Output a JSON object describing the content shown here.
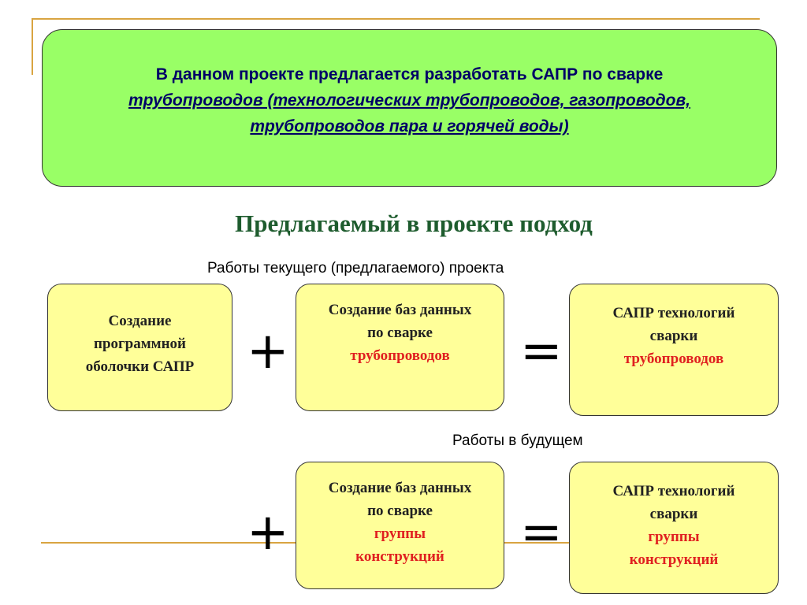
{
  "banner": {
    "line1": "В данном проекте предлагается разработать САПР по сварке",
    "line2": "трубопроводов (технологических трубопроводов, газопроводов, трубопроводов пара и горячей воды)"
  },
  "heading": "Предлагаемый в проекте подход",
  "current_section": {
    "label": "Работы текущего (предлагаемого) проекта",
    "shell_box": {
      "lines": [
        "Создание",
        "программной",
        "оболочки САПР"
      ]
    },
    "db_box": {
      "lines": [
        "Создание баз данных",
        "по сварке"
      ],
      "highlight": "трубопроводов"
    },
    "result_box": {
      "lines": [
        "САПР технологий",
        "сварки"
      ],
      "highlight": "трубопроводов"
    },
    "plus": "+",
    "equals": "="
  },
  "future_section": {
    "label": "Работы в будущем",
    "db_box": {
      "lines": [
        "Создание баз данных",
        "по сварке"
      ],
      "highlight1": "группы",
      "highlight2": "конструкций"
    },
    "result_box": {
      "lines": [
        "САПР технологий",
        "сварки"
      ],
      "highlight1": "группы",
      "highlight2": "конструкций"
    },
    "plus": "+",
    "equals": "="
  },
  "colors": {
    "banner_bg": "#99ff66",
    "box_bg": "#ffff99",
    "highlight": "#e02020",
    "heading": "#1e5c2e",
    "banner_text": "#000066"
  }
}
